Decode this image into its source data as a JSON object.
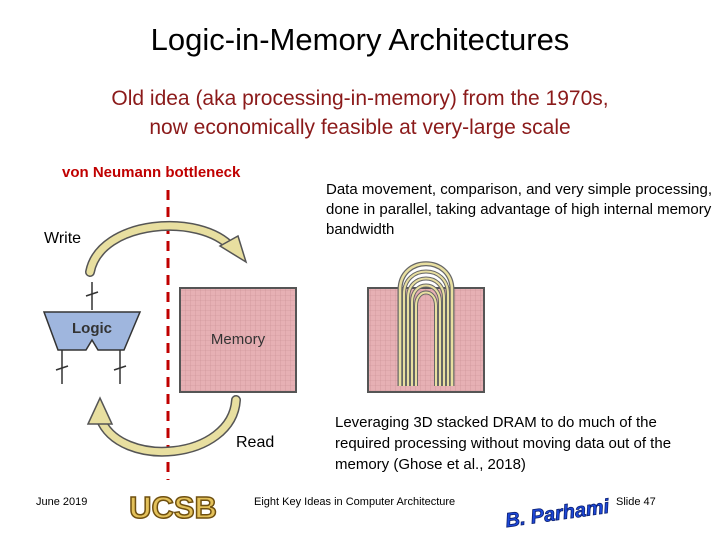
{
  "slide": {
    "title": "Logic-in-Memory Architectures",
    "subtitle_line1": "Old idea (aka processing-in-memory) from the 1970s,",
    "subtitle_line2": "now economically feasible at very-large scale",
    "bottleneck_label": "von Neumann bottleneck",
    "write_label": "Write",
    "read_label": "Read",
    "logic_label": "Logic",
    "memory_label": "Memory",
    "data_movement_text": "Data movement, comparison, and very simple processing, done in parallel, taking advantage of high internal memory bandwidth",
    "leveraging_text": "Leveraging 3D stacked DRAM to do much of the required processing without moving data out of the memory (Ghose et al., 2018)"
  },
  "footer": {
    "date": "June 2019",
    "logo_text": "UCSB",
    "course": "Eight Key Ideas in Computer Architecture",
    "author_logo_text": "B. Parhami",
    "slide_number": "Slide 47"
  },
  "colors": {
    "subtitle": "#8b1a1a",
    "bottleneck": "#c00000",
    "memory_fill": "#e6b0b4",
    "logic_fill": "#9fb6de",
    "arrow_fill": "#e8dfa0"
  }
}
